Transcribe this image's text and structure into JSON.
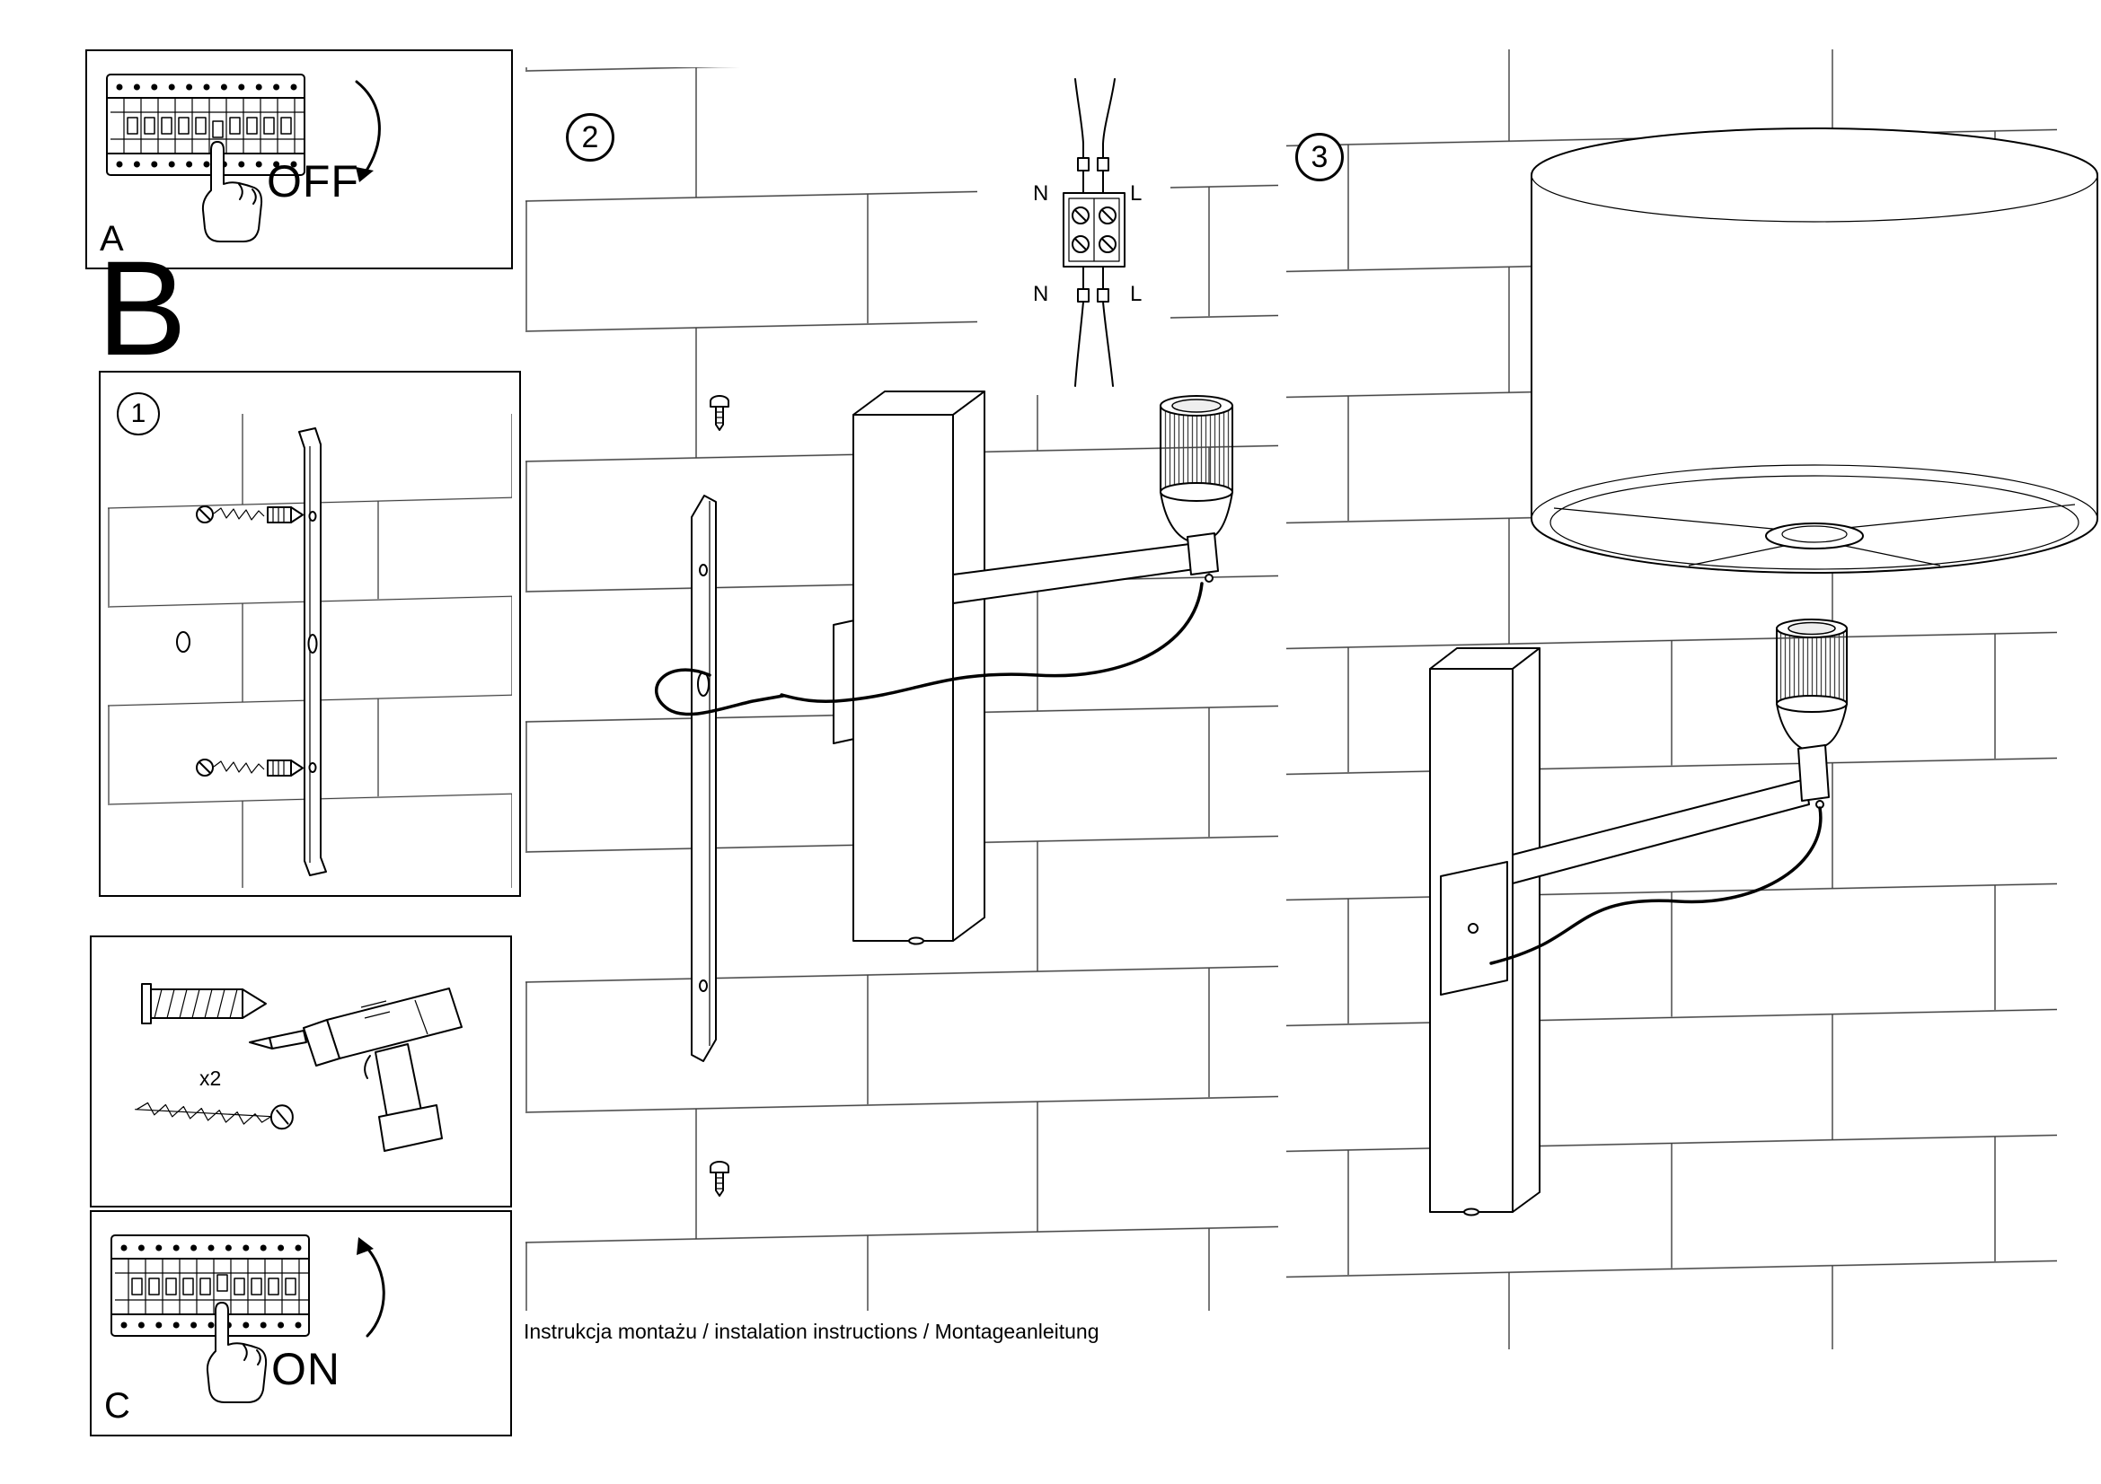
{
  "colors": {
    "ink": "#000000",
    "paper": "#ffffff",
    "brick_line": "#3f3f3f"
  },
  "sections": {
    "a": {
      "label": "A",
      "action": "OFF"
    },
    "b": {
      "label": "B"
    },
    "c": {
      "label": "C",
      "action": "ON"
    },
    "step1": {
      "label": "1"
    },
    "step2": {
      "label": "2"
    },
    "step3": {
      "label": "3"
    }
  },
  "tools": {
    "anchor_count": "x2"
  },
  "wiring": {
    "top_left": "N",
    "top_right": "L",
    "bottom_left": "N",
    "bottom_right": "L"
  },
  "footer": {
    "text": "Instrukcja montażu / instalation instructions / Montageanleitung"
  }
}
